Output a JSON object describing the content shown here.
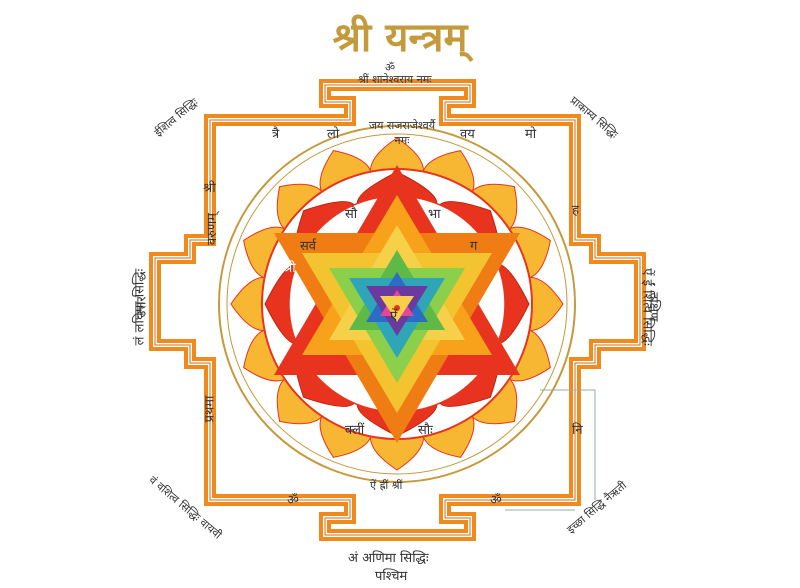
{
  "title": "श्री यन्त्रम्",
  "top_labels": [
    "ॐ",
    "श्रीं शानेश्वराय नमः",
    "जय राजराजेश्वर्यै नमः"
  ],
  "bottom_labels": [
    "ऐं ह्रीं श्रीं",
    "अं अणिमा सिद्धिः",
    "पश्चिम"
  ],
  "left_label": [
    "लं लघिमा सिद्धिः",
    "उत्तर"
  ],
  "right_label": [
    "ऐं ईं शित्व सिद्धिः",
    "दक्षिण"
  ],
  "corner_labels": {
    "top_left": "ईशित्व सिद्धिः",
    "top_right": "प्राकाम्य सिद्धिः",
    "bottom_left": "वं वशित्व सिद्धिः वायवी",
    "bottom_right": "इच्छा सिद्धि नैऋती"
  },
  "gate_letters": [
    "त्रै",
    "लो",
    "वय",
    "मो",
    "ह",
    "नि",
    "प्रथमा",
    "वरुणम्",
    "श्री",
    "ॐ",
    "ॐ"
  ],
  "inner_bija": [
    "श्री",
    "सर्व",
    "सौ",
    "भा",
    "ग",
    "वा",
    "ऐं",
    "क्लीं",
    "सौः"
  ],
  "colors": {
    "gold": "#c49a3c",
    "orange": "#f07d14",
    "red": "#e8341e",
    "yellow": "#f7d04a",
    "green": "#5fb946",
    "blue": "#2b6cc4",
    "purple": "#6b3aa0",
    "pink": "#e8449a"
  }
}
